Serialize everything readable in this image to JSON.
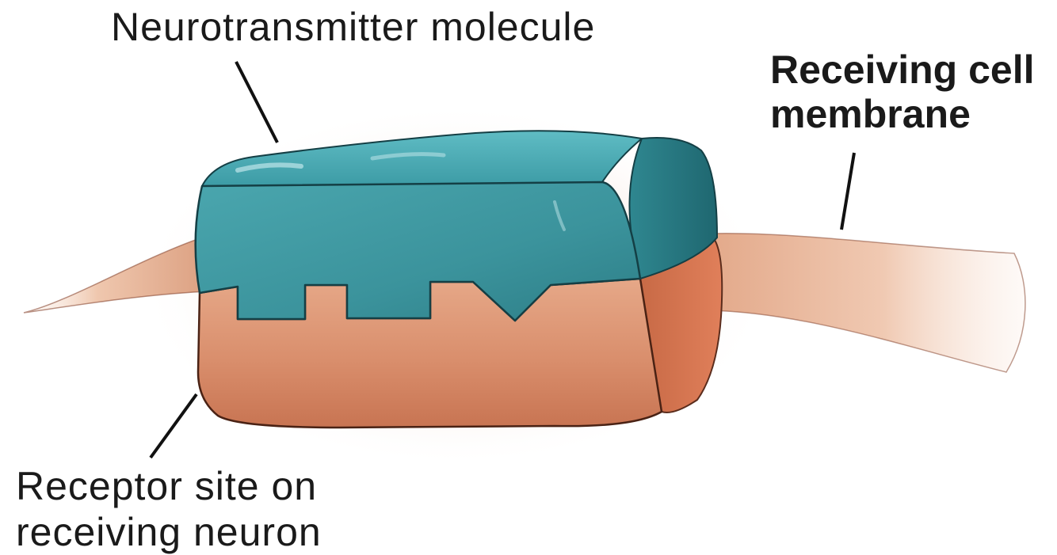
{
  "labels": {
    "neurotransmitter": "Neurotransmitter molecule",
    "membrane_line1": "Receiving cell",
    "membrane_line2": "membrane",
    "receptor_line1": "Receptor site on",
    "receptor_line2": "receiving neuron"
  },
  "colors": {
    "molecule": "#3f9ca6",
    "molecule_dark": "#2c7a84",
    "receptor": "#d98a66",
    "receptor_dark": "#b45a3c",
    "membrane": "#e9b89a",
    "leader_line": "#111111"
  }
}
